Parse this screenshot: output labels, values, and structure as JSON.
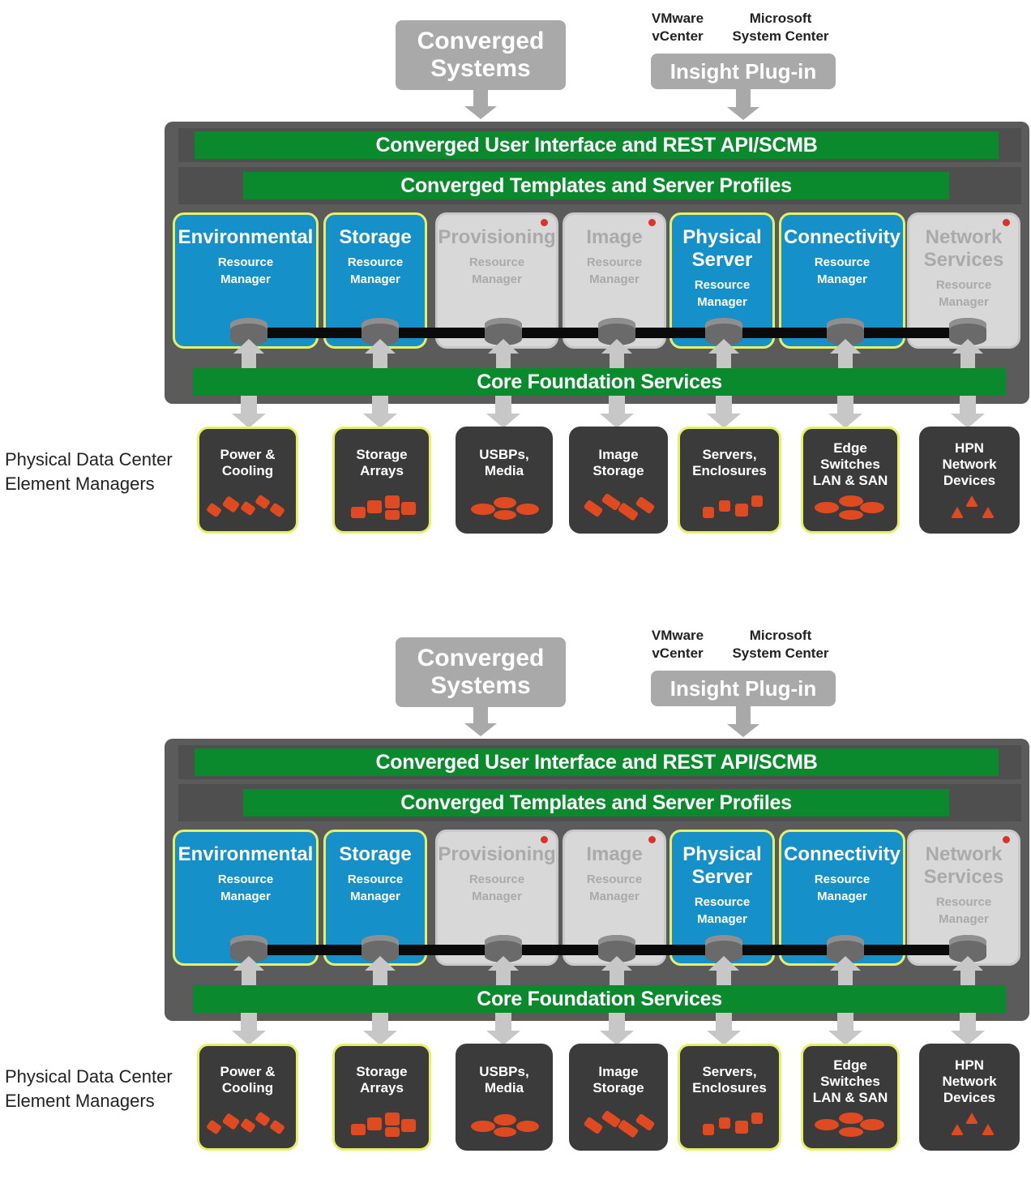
{
  "diagrams": [
    {
      "converged_systems": "Converged\nSystems",
      "vmware": "VMware\nvCenter",
      "microsoft": "Microsoft\nSystem Center",
      "insight_plugin": "Insight Plug-in",
      "bar_ui": "Converged User Interface and REST API/SCMB",
      "bar_templates": "Converged Templates and Server Profiles",
      "bar_core": "Core Foundation Services",
      "side_label": "Physical Data Center\nElement Managers",
      "managers": [
        {
          "title": "Environmental",
          "sub": "Resource\nManager",
          "state": "active"
        },
        {
          "title": "Storage",
          "sub": "Resource\nManager",
          "state": "active"
        },
        {
          "title": "Provisioning",
          "sub": "Resource\nManager",
          "state": "inactive"
        },
        {
          "title": "Image",
          "sub": "Resource\nManager",
          "state": "inactive"
        },
        {
          "title": "Physical\nServer",
          "sub": "Resource\nManager",
          "state": "active"
        },
        {
          "title": "Connectivity",
          "sub": "Resource\nManager",
          "state": "active"
        },
        {
          "title": "Network\nServices",
          "sub": "Resource\nManager",
          "state": "inactive"
        }
      ],
      "elements": [
        {
          "title": "Power &\nCooling"
        },
        {
          "title": "Storage\nArrays"
        },
        {
          "title": "USBPs,\nMedia"
        },
        {
          "title": "Image\nStorage"
        },
        {
          "title": "Servers,\nEnclosures"
        },
        {
          "title": "Edge\nSwitches\nLAN & SAN"
        },
        {
          "title": "HPN\nNetwork\nDevices"
        }
      ]
    },
    {
      "converged_systems": "Converged\nSystems",
      "vmware": "VMware\nvCenter",
      "microsoft": "Microsoft\nSystem Center",
      "insight_plugin": "Insight Plug-in",
      "bar_ui": "Converged User Interface and REST API/SCMB",
      "bar_templates": "Converged Templates and Server Profiles",
      "bar_core": "Core Foundation Services",
      "side_label": "Physical Data Center\nElement Managers",
      "managers": [
        {
          "title": "Environmental",
          "sub": "Resource\nManager",
          "state": "active"
        },
        {
          "title": "Storage",
          "sub": "Resource\nManager",
          "state": "active"
        },
        {
          "title": "Provisioning",
          "sub": "Resource\nManager",
          "state": "inactive"
        },
        {
          "title": "Image",
          "sub": "Resource\nManager",
          "state": "inactive"
        },
        {
          "title": "Physical\nServer",
          "sub": "Resource\nManager",
          "state": "active"
        },
        {
          "title": "Connectivity",
          "sub": "Resource\nManager",
          "state": "active"
        },
        {
          "title": "Network\nServices",
          "sub": "Resource\nManager",
          "state": "inactive"
        }
      ],
      "elements": [
        {
          "title": "Power &\nCooling"
        },
        {
          "title": "Storage\nArrays"
        },
        {
          "title": "USBPs,\nMedia"
        },
        {
          "title": "Image\nStorage"
        },
        {
          "title": "Servers,\nEnclosures"
        },
        {
          "title": "Edge\nSwitches\nLAN & SAN"
        },
        {
          "title": "HPN\nNetwork\nDevices"
        }
      ]
    }
  ],
  "colors": {
    "green_bar": "#0b8a2d",
    "manager_active": "#1590c9",
    "manager_inactive": "#d8d8d8",
    "highlight": "#e6f067",
    "panel": "#5b5b5b",
    "element": "#3b3b3b",
    "shape": "#e04a21"
  }
}
